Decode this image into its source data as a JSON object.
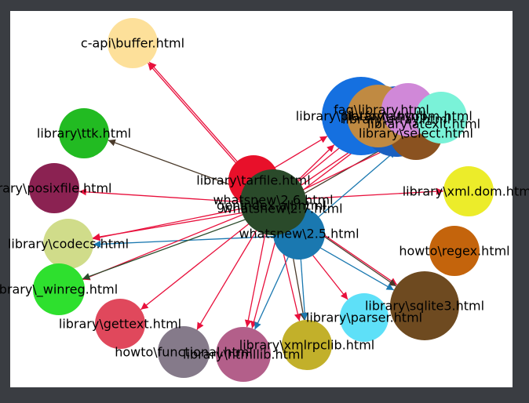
{
  "canvas_background": "#ffffff",
  "frame_color": "#3a3d42",
  "nodes": [
    {
      "id": "c-api\\buffer.html",
      "label": "c-api\\buffer.html",
      "color": "#fde09a"
    },
    {
      "id": "library\\ttk.html",
      "label": "library\\ttk.html",
      "color": "#22bb22"
    },
    {
      "id": "library\\posixfile.html",
      "label": "library\\posixfile.html",
      "color": "#8b2252"
    },
    {
      "id": "library\\codecs.html",
      "label": "library\\codecs.html",
      "color": "#d0dc8a"
    },
    {
      "id": "library\\_winreg.html",
      "label": "library\\_winreg.html",
      "color": "#2ee02e"
    },
    {
      "id": "library\\gettext.html",
      "label": "library\\gettext.html",
      "color": "#e0485c"
    },
    {
      "id": "howto\\functional.html",
      "label": "howto\\functional.html",
      "color": "#857a8a"
    },
    {
      "id": "library\\htmllib.html",
      "label": "library\\htmllib.html",
      "color": "#b35f8a"
    },
    {
      "id": "library\\xmlrpclib.html",
      "label": "library\\xmlrpclib.html",
      "color": "#c2b02a"
    },
    {
      "id": "library\\parser.html",
      "label": "library\\parser.html",
      "color": "#5ee0f8"
    },
    {
      "id": "library\\sqlite3.html",
      "label": "library\\sqlite3.html",
      "color": "#6e4a20"
    },
    {
      "id": "howto\\regex.html",
      "label": "howto\\regex.html",
      "color": "#c4640c"
    },
    {
      "id": "library\\xml.dom.html",
      "label": "library\\xml.dom.html",
      "color": "#ecec2a"
    },
    {
      "id": "library\\tarfile.html",
      "label": "library\\tarfile.html",
      "color": "#e8102a"
    },
    {
      "id": "whatsnew\\2.6.html",
      "label": "whatsnew\\2.6.html",
      "color": "#2a4a2a"
    },
    {
      "id": "whatsnew\\2.7.html",
      "label": "whatsnew\\2.7.html",
      "color": "#2a4a2a"
    },
    {
      "id": "whatsnew\\2.5.html",
      "label": "whatsnew\\2.5.html",
      "color": "#1a78b0"
    },
    {
      "id": "genindex-all.html",
      "label": "genindex-all.html",
      "color": "#2a4a2a"
    },
    {
      "id": "library\\platform.html",
      "label": "library\\platform.html",
      "color": "#1570e0"
    },
    {
      "id": "library\\array.html",
      "label": "library\\array.html",
      "color": "#1a60c0"
    },
    {
      "id": "faq\\library.html",
      "label": "faq\\library.html",
      "color": "#c08a42"
    },
    {
      "id": "library\\anydbm.html",
      "label": "library\\anydbm.html",
      "color": "#d088d8"
    },
    {
      "id": "library\\atexit.html",
      "label": "library\\atexit.html",
      "color": "#7af2d8"
    },
    {
      "id": "library\\select.html",
      "label": "library\\select.html",
      "color": "#8a5220"
    }
  ],
  "edges": [
    {
      "from": "library\\tarfile.html",
      "to": "c-api\\buffer.html",
      "color": "#e8103c"
    },
    {
      "from": "whatsnew\\2.6.html",
      "to": "c-api\\buffer.html",
      "color": "#e8103c"
    },
    {
      "from": "whatsnew\\2.6.html",
      "to": "library\\ttk.html",
      "color": "#4a3a2a"
    },
    {
      "from": "whatsnew\\2.6.html",
      "to": "library\\posixfile.html",
      "color": "#e8103c"
    },
    {
      "from": "whatsnew\\2.6.html",
      "to": "library\\codecs.html",
      "color": "#e8103c"
    },
    {
      "from": "whatsnew\\2.7.html",
      "to": "library\\codecs.html",
      "color": "#e8103c"
    },
    {
      "from": "whatsnew\\2.5.html",
      "to": "library\\codecs.html",
      "color": "#1a78b0"
    },
    {
      "from": "whatsnew\\2.6.html",
      "to": "library\\_winreg.html",
      "color": "#e8103c"
    },
    {
      "from": "whatsnew\\2.7.html",
      "to": "library\\_winreg.html",
      "color": "#2a4a2a"
    },
    {
      "from": "whatsnew\\2.6.html",
      "to": "library\\gettext.html",
      "color": "#e8103c"
    },
    {
      "from": "whatsnew\\2.6.html",
      "to": "howto\\functional.html",
      "color": "#e8103c"
    },
    {
      "from": "whatsnew\\2.6.html",
      "to": "library\\htmllib.html",
      "color": "#e8103c"
    },
    {
      "from": "whatsnew\\2.7.html",
      "to": "library\\htmllib.html",
      "color": "#e8103c"
    },
    {
      "from": "whatsnew\\2.5.html",
      "to": "library\\htmllib.html",
      "color": "#1a78b0"
    },
    {
      "from": "whatsnew\\2.6.html",
      "to": "library\\xmlrpclib.html",
      "color": "#e8103c"
    },
    {
      "from": "whatsnew\\2.7.html",
      "to": "library\\xmlrpclib.html",
      "color": "#4a3a2a"
    },
    {
      "from": "whatsnew\\2.5.html",
      "to": "library\\xmlrpclib.html",
      "color": "#1a78b0"
    },
    {
      "from": "whatsnew\\2.6.html",
      "to": "library\\parser.html",
      "color": "#e8103c"
    },
    {
      "from": "whatsnew\\2.6.html",
      "to": "library\\sqlite3.html",
      "color": "#e8103c"
    },
    {
      "from": "whatsnew\\2.7.html",
      "to": "library\\sqlite3.html",
      "color": "#4a3a2a"
    },
    {
      "from": "whatsnew\\2.5.html",
      "to": "library\\sqlite3.html",
      "color": "#1a78b0"
    },
    {
      "from": "whatsnew\\2.6.html",
      "to": "library\\xml.dom.html",
      "color": "#e8103c"
    },
    {
      "from": "library\\tarfile.html",
      "to": "library\\platform.html",
      "color": "#e8103c"
    },
    {
      "from": "whatsnew\\2.6.html",
      "to": "library\\platform.html",
      "color": "#e8103c"
    },
    {
      "from": "whatsnew\\2.7.html",
      "to": "library\\array.html",
      "color": "#e8103c"
    },
    {
      "from": "whatsnew\\2.6.html",
      "to": "faq\\library.html",
      "color": "#e8103c"
    },
    {
      "from": "whatsnew\\2.6.html",
      "to": "library\\anydbm.html",
      "color": "#e8103c"
    },
    {
      "from": "whatsnew\\2.7.html",
      "to": "library\\atexit.html",
      "color": "#4a3a2a"
    },
    {
      "from": "whatsnew\\2.5.html",
      "to": "library\\select.html",
      "color": "#1a78b0"
    },
    {
      "from": "whatsnew\\2.6.html",
      "to": "library\\select.html",
      "color": "#e8103c"
    }
  ]
}
